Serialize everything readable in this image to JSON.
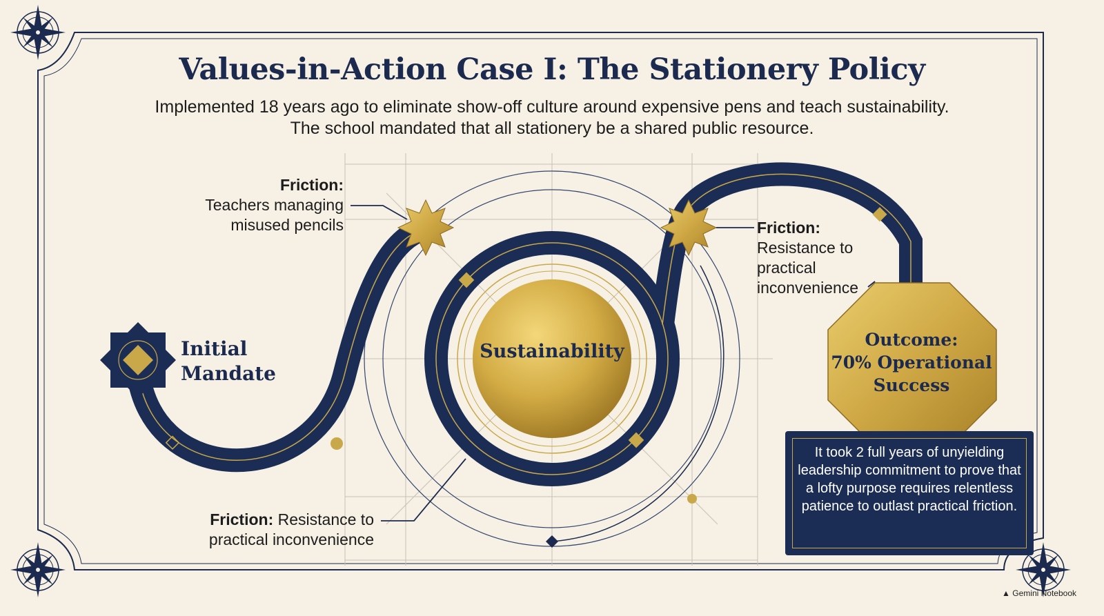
{
  "title": "Values-in-Action Case I: The Stationery Policy",
  "subtitle": "Implemented 18 years ago to eliminate show-off culture around expensive pens and teach sustainability. The school mandated that all stationery be a shared public resource.",
  "nodes": {
    "start": {
      "line1": "Initial",
      "line2": "Mandate"
    },
    "center": {
      "label": "Sustainability"
    },
    "outcome": {
      "line1": "Outcome:",
      "line2": "70% Operational",
      "line3": "Success"
    }
  },
  "frictions": [
    {
      "heading": "Friction:",
      "line1": "Teachers managing",
      "line2": "misused pencils"
    },
    {
      "heading": "Friction:",
      "line1": "Resistance to",
      "line2": "practical",
      "line3": "inconvenience"
    },
    {
      "heading": "Friction:",
      "line1": "Resistance to",
      "line2": "practical inconvenience"
    }
  ],
  "note": {
    "text": "It took 2 full years of unyielding leadership commitment to prove that a lofty purpose requires relentless patience to outlast practical friction."
  },
  "brand": "Gemini Notebook",
  "colors": {
    "navy": "#1b2d55",
    "gold": "#c9a84a",
    "paper": "#f6f1e4"
  },
  "icons": [
    "compass-rose-icon",
    "star-burst-icon",
    "diamond-icon"
  ]
}
